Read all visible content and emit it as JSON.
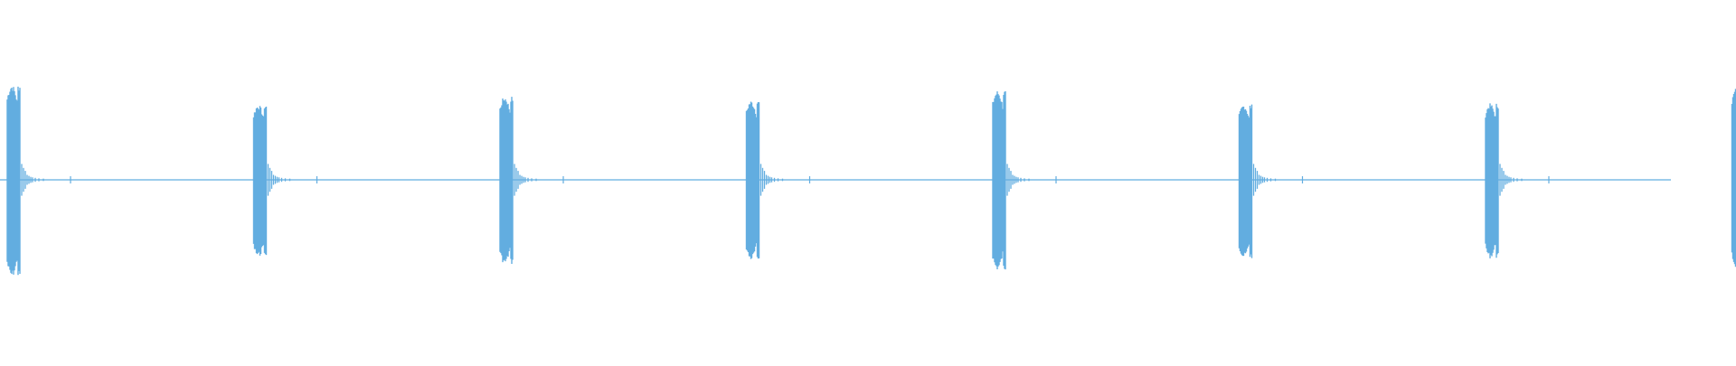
{
  "waveform": {
    "color": "#62ade0",
    "background": "#ffffff",
    "bursts": [
      {
        "peak_top": 0.96,
        "peak_bottom": 0.98
      },
      {
        "peak_top": 0.76,
        "peak_bottom": 0.78
      },
      {
        "peak_top": 0.84,
        "peak_bottom": 0.85
      },
      {
        "peak_top": 0.8,
        "peak_bottom": 0.81
      },
      {
        "peak_top": 0.9,
        "peak_bottom": 0.91
      },
      {
        "peak_top": 0.76,
        "peak_bottom": 0.79
      },
      {
        "peak_top": 0.77,
        "peak_bottom": 0.79
      },
      {
        "peak_top": 0.93,
        "peak_bottom": 0.89
      }
    ]
  }
}
